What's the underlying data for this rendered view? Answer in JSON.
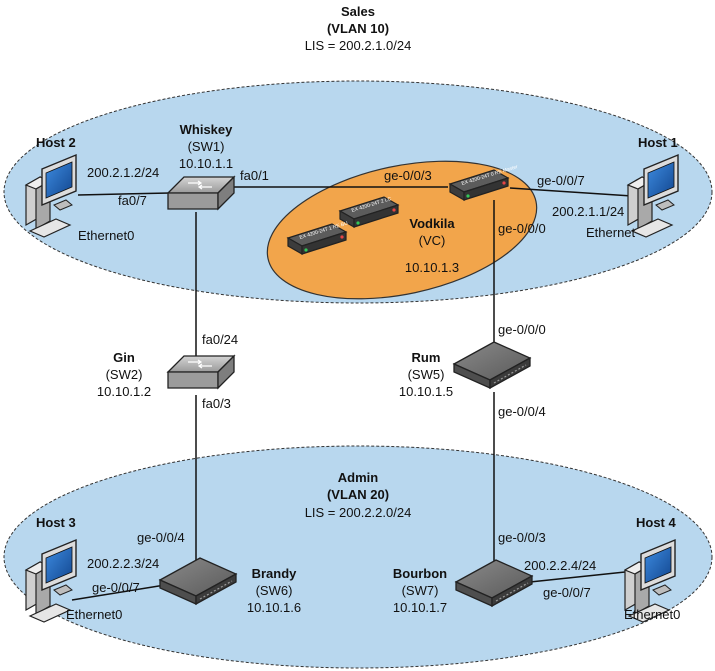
{
  "vlans": {
    "sales": {
      "name": "Sales",
      "vlan": "(VLAN 10)",
      "lis": "LIS = 200.2.1.0/24"
    },
    "admin": {
      "name": "Admin",
      "vlan": "(VLAN 20)",
      "lis": "LIS = 200.2.2.0/24"
    }
  },
  "switches": {
    "whiskey": {
      "name": "Whiskey",
      "id": "(SW1)",
      "ip": "10.10.1.1"
    },
    "gin": {
      "name": "Gin",
      "id": "(SW2)",
      "ip": "10.10.1.2"
    },
    "rum": {
      "name": "Rum",
      "id": "(SW5)",
      "ip": "10.10.1.5"
    },
    "brandy": {
      "name": "Brandy",
      "id": "(SW6)",
      "ip": "10.10.1.6"
    },
    "bourbon": {
      "name": "Bourbon",
      "id": "(SW7)",
      "ip": "10.10.1.7"
    },
    "vodkila": {
      "name": "Vodkila",
      "id": "(VC)",
      "ip": "10.10.1.3",
      "members": [
        "EX 4200-24T 0 RE Master",
        "EX 4200-24T 2 LC",
        "EX 4200-24T 1 RE BU"
      ]
    }
  },
  "hosts": {
    "host1": {
      "name": "Host 1",
      "ip": "200.2.1.1/24",
      "iface": "Ethernet"
    },
    "host2": {
      "name": "Host 2",
      "ip": "200.2.1.2/24",
      "iface": "Ethernet0"
    },
    "host3": {
      "name": "Host 3",
      "ip": "200.2.2.3/24",
      "iface": "Ethernet0"
    },
    "host4": {
      "name": "Host 4",
      "ip": "200.2.2.4/24",
      "iface": "Ethernet0"
    }
  },
  "ports": {
    "whiskey_host2": "fa0/7",
    "whiskey_vc": "fa0/1",
    "vc_whiskey": "ge-0/0/3",
    "vc_host1": "ge-0/0/7",
    "vc_rum": "ge-0/0/0",
    "gin_whiskey": "fa0/24",
    "gin_brandy": "fa0/3",
    "rum_vc": "ge-0/0/0",
    "rum_bourbon": "ge-0/0/4",
    "brandy_gin": "ge-0/0/4",
    "brandy_host3": "ge-0/0/7",
    "bourbon_rum": "ge-0/0/3",
    "bourbon_host4": "ge-0/0/7"
  },
  "colors": {
    "vlan_fill": "#b8d7ee",
    "vc_fill": "#f2a54b",
    "screen": "#1e5fb0"
  }
}
